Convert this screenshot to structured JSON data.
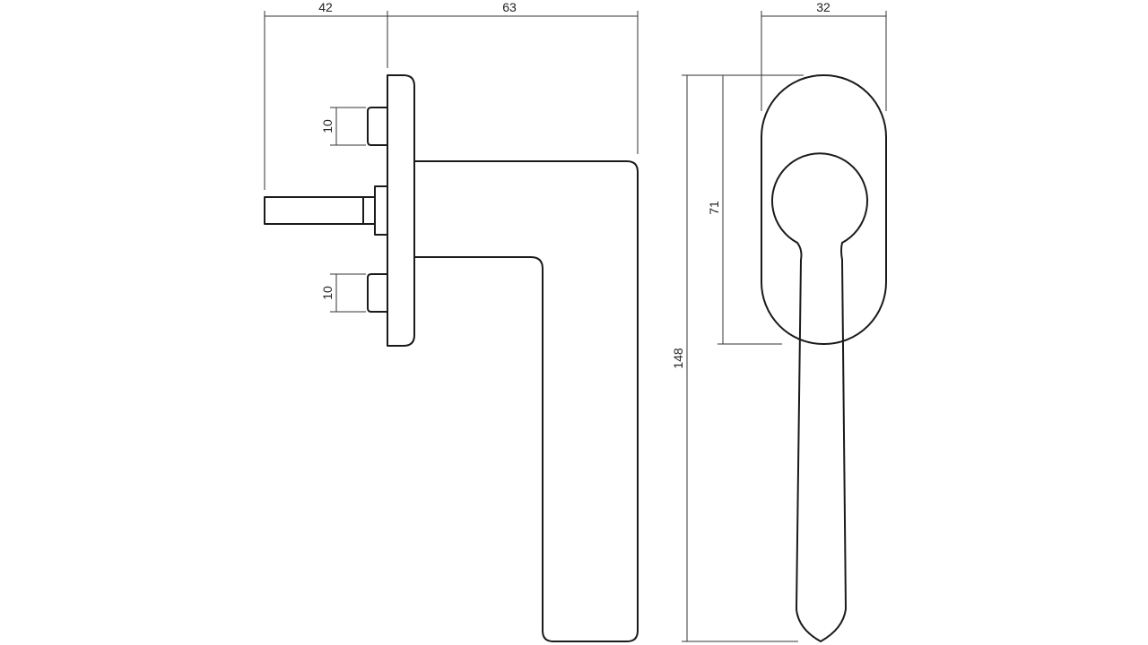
{
  "dimensions": {
    "side_shaft_length": "42",
    "side_projection": "63",
    "side_screw_upper": "10",
    "side_screw_lower": "10",
    "front_rosette_width": "32",
    "front_rosette_height": "71",
    "front_total_height": "148"
  },
  "colors": {
    "line": "#1a1a1a",
    "background": "#ffffff"
  }
}
